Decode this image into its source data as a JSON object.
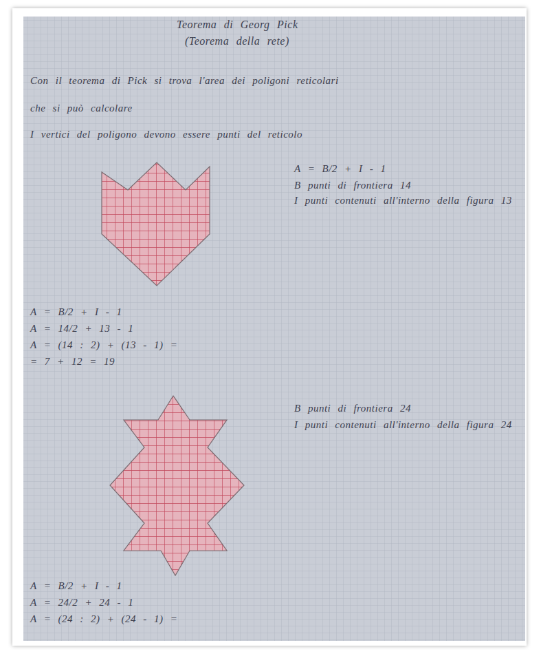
{
  "diagram": {
    "title": "Teorema di Georg Pick",
    "labels": [
      "(Teorema della rete)",
      "Con il teorema di Pick si trova l'area dei poligoni reticolari",
      "che si può calcolare",
      "I vertici del poligono devono essere punti del reticolo",
      "A = B/2 + I - 1",
      "B punti di frontiera 14",
      "I punti contenuti all'interno della figura 13",
      "A = B/2 + I - 1",
      "A = 14/2 + 13 - 1",
      "A = (14 : 2) + (13 - 1) =",
      "= 7 + 12 = 19",
      "B punti di frontiera 24",
      "I punti contenuti all'interno della figura 24",
      "A = B/2 + I - 1",
      "A = 24/2 + 24 - 1",
      "A = (24 : 2) + (24 - 1) ="
    ]
  }
}
